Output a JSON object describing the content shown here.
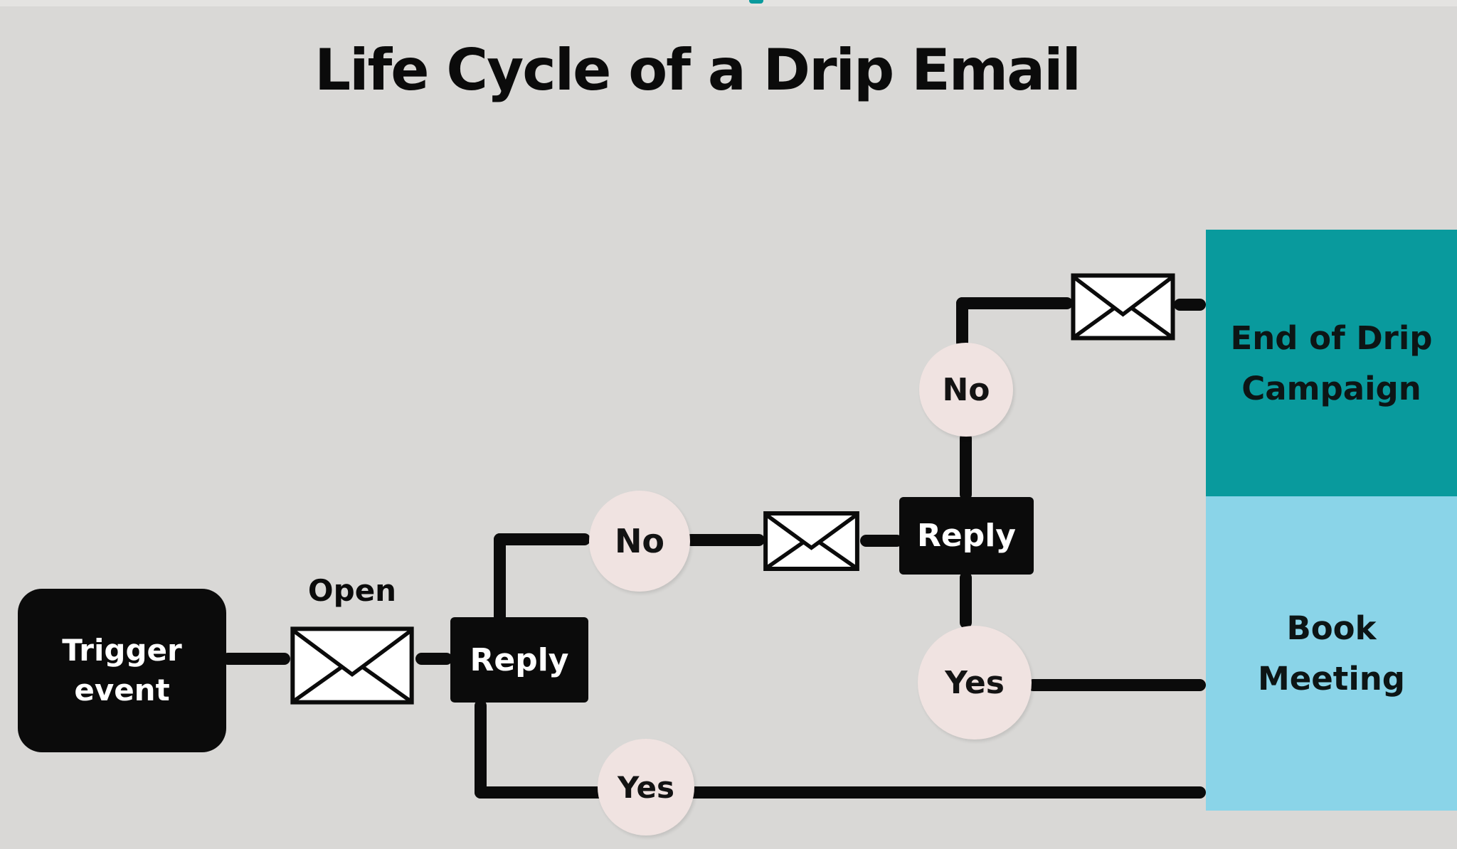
{
  "title": "Life Cycle of a Drip Email",
  "colors": {
    "background": "#d9d8d6",
    "top_strip": "#e4e3e1",
    "node_black": "#0b0b0b",
    "node_text_light": "#ffffff",
    "circle_pink": "#f0e3e1",
    "circle_text": "#131313",
    "teal": "#099a9d",
    "light_blue": "#8ad4e8",
    "box_text_dark": "#0d1515",
    "connector": "#0b0b0b",
    "envelope_fill": "#ffffff",
    "envelope_stroke": "#0b0b0b"
  },
  "nodes": {
    "trigger": {
      "line1": "Trigger",
      "line2": "event"
    },
    "open_label": "Open",
    "reply_1": "Reply",
    "reply_2": "Reply",
    "no_1": "No",
    "no_2": "No",
    "yes_1": "Yes",
    "yes_2": "Yes",
    "end_campaign": {
      "line1": "End of Drip",
      "line2": "Campaign"
    },
    "book_meeting": {
      "line1": "Book",
      "line2": "Meeting"
    }
  },
  "icons": {
    "envelope": "envelope-icon"
  }
}
